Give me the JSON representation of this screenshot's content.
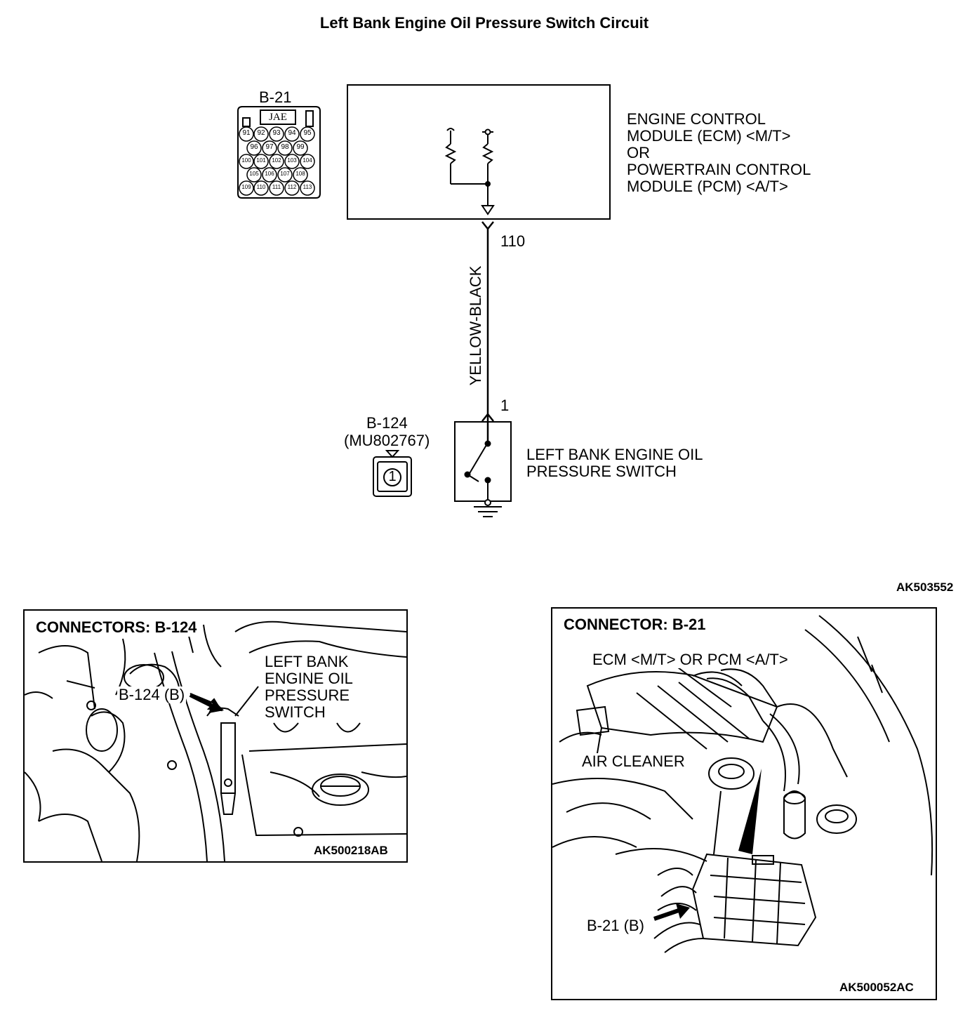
{
  "title": "Left Bank Engine Oil Pressure Switch Circuit",
  "ecm_connector": {
    "id": "B-21",
    "type": "JAE",
    "pins_row1": [
      "91",
      "92",
      "93",
      "94",
      "95"
    ],
    "pins_row2": [
      "96",
      "97",
      "98",
      "99"
    ],
    "pins_row3": [
      "100",
      "101",
      "102",
      "103",
      "104"
    ],
    "pins_row4": [
      "105",
      "106",
      "107",
      "108"
    ],
    "pins_row5": [
      "109",
      "110",
      "111",
      "112",
      "113"
    ]
  },
  "ecm_label": {
    "line1": "ENGINE CONTROL",
    "line2": "MODULE (ECM) <M/T>",
    "line3": "OR",
    "line4": "POWERTRAIN CONTROL",
    "line5": "MODULE (PCM) <A/T>"
  },
  "wire": {
    "ecm_pin": "110",
    "color": "YELLOW-BLACK",
    "switch_pin": "1"
  },
  "switch_connector": {
    "id": "B-124",
    "part": "(MU802767)",
    "pin": "1"
  },
  "switch_label": {
    "line1": "LEFT BANK ENGINE OIL",
    "line2": "PRESSURE SWITCH"
  },
  "figure_code": "AK503552",
  "panel_left": {
    "heading": "CONNECTORS: B-124",
    "callout": "B-124 (B)",
    "label_line1": "LEFT BANK",
    "label_line2": "ENGINE OIL",
    "label_line3": "PRESSURE",
    "label_line4": "SWITCH",
    "code": "AK500218AB"
  },
  "panel_right": {
    "heading": "CONNECTOR: B-21",
    "ecm_label": "ECM <M/T> OR PCM <A/T>",
    "air_cleaner": "AIR CLEANER",
    "callout": "B-21 (B)",
    "code": "AK500052AC"
  }
}
